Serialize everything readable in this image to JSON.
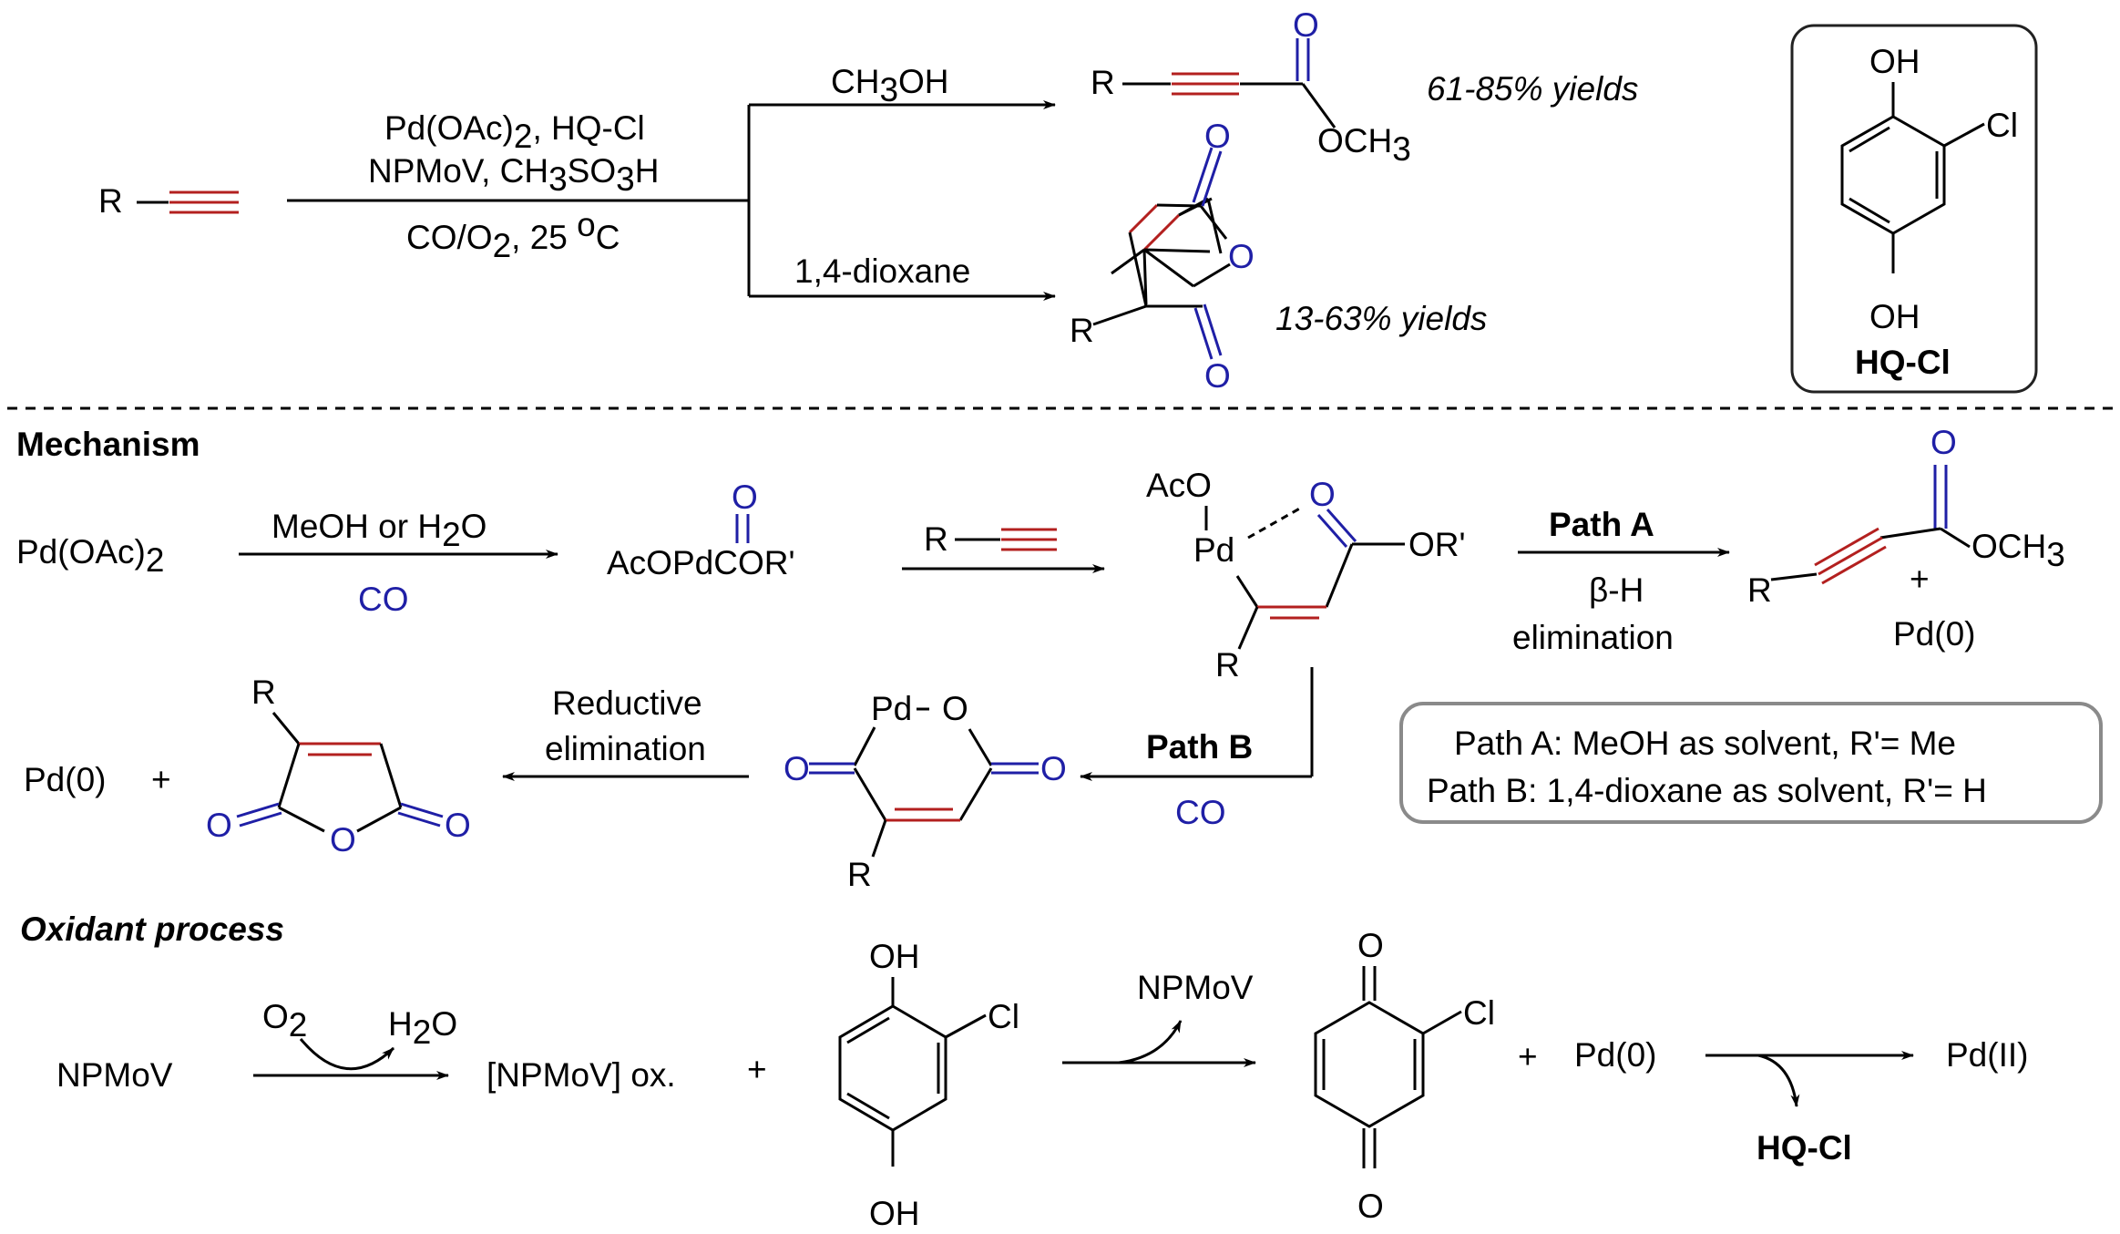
{
  "colors": {
    "bond_red": "#b3201f",
    "atom_blue": "#1f1fa6",
    "text": "#000000",
    "box_gray": "#8a8a8a"
  },
  "top": {
    "substrate_R": "R",
    "cond_line1": "Pd(OAc)",
    "cond_line1_sub": "2",
    "cond_line1_tail": ", HQ-Cl",
    "cond_line2": "NPMoV, CH",
    "cond_line2_sub": "3",
    "cond_line2_tail": "SO",
    "cond_line2_sub2": "3",
    "cond_line2_end": "H",
    "cond_line3_co": "CO",
    "cond_line3_a": "/O",
    "cond_line3_sub": "2",
    "cond_line3_b": ", 25 ",
    "cond_line3_sup": "o",
    "cond_line3_c": "C",
    "upper_solvent": "CH",
    "upper_solvent_sub": "3",
    "upper_solvent_tail": "OH",
    "lower_solvent": "1,4-dioxane",
    "ester_R": "R",
    "ester_O": "O",
    "ester_OMe": "OCH",
    "ester_OMe_sub": "3",
    "upper_yield": "61-85% yields",
    "anhydride_R": "R",
    "anhydride_O_top": "O",
    "anhydride_O_ring": "O",
    "anhydride_O_bot": "O",
    "lower_yield": "13-63% yields",
    "hq_OH_top": "OH",
    "hq_Cl": "Cl",
    "hq_OH_bot": "OH",
    "hq_label": "HQ-Cl"
  },
  "mechanism": {
    "heading": "Mechanism",
    "pd_oac2": "Pd(OAc)",
    "pd_oac2_sub": "2",
    "step1_above": "MeOH or H",
    "step1_above_sub": "2",
    "step1_above_tail": "O",
    "step1_below": "CO",
    "acyl_pd_a": "AcOPd",
    "acyl_pd_c": "C",
    "acyl_pd_b": "OR'",
    "acyl_pd_O": "O",
    "step2_R": "R",
    "int_AcO": "AcO",
    "int_Pd": "Pd",
    "int_O": "O",
    "int_OR": "OR'",
    "int_R": "R",
    "pathA_label": "Path A",
    "pathA_below1": "β-H",
    "pathA_below2": "elimination",
    "prodA_O": "O",
    "prodA_OMe": "OCH",
    "prodA_OMe_sub": "3",
    "prodA_R": "R",
    "prodA_plus": "+",
    "prodA_pd0": "Pd(0)",
    "pathB_label": "Path B",
    "pathB_below": "CO",
    "pdcycle_Pd": "Pd",
    "pdcycle_O": "O",
    "pdcycle_O_left": "O",
    "pdcycle_O_right": "O",
    "pdcycle_R": "R",
    "re_label1": "Reductive",
    "re_label2": "elimination",
    "final_pd0": "Pd(0)",
    "final_plus": "+",
    "final_R": "R",
    "final_O_left": "O",
    "final_O_ring": "O",
    "final_O_right": "O",
    "legend_a_bold": "Path A:",
    "legend_a_text": " MeOH as solvent, R'= Me",
    "legend_b_bold": "Path B:",
    "legend_b_text": " 1,4-dioxane as solvent, R'= H"
  },
  "oxidant": {
    "heading": "Oxidant process",
    "npmov": "NPMoV",
    "o2": "O",
    "o2_sub": "2",
    "h2o_a": "H",
    "h2o_sub": "2",
    "h2o_b": "O",
    "npmov_ox": "[NPMoV] ox.",
    "plus1": "+",
    "hq_OH_top": "OH",
    "hq_Cl": "Cl",
    "hq_OH_bot": "OH",
    "arrow_npmov": "NPMoV",
    "bq_O_top": "O",
    "bq_Cl": "Cl",
    "bq_O_bot": "O",
    "plus2": "+",
    "pd0": "Pd(0)",
    "pd2": "Pd(II)",
    "hqcl": "HQ-Cl"
  }
}
